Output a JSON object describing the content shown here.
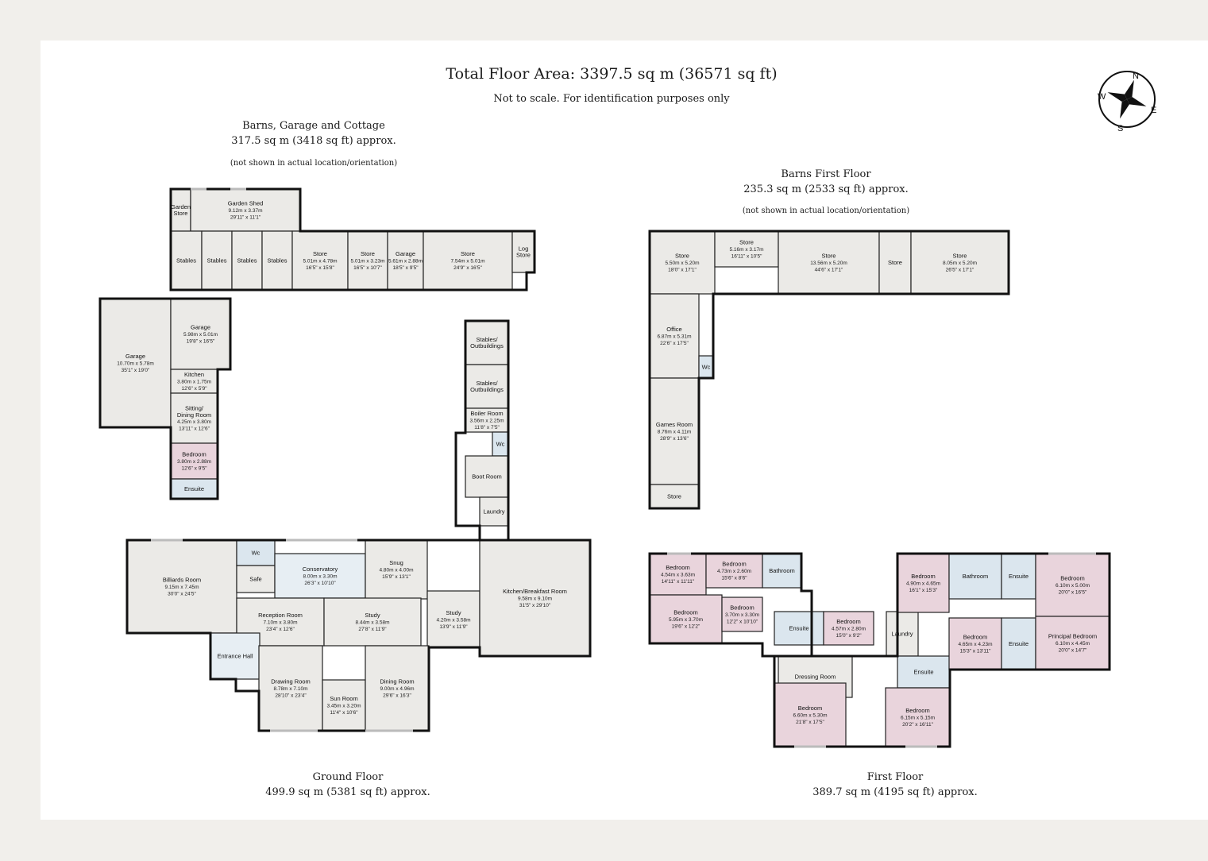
{
  "header": {
    "total_area": "Total Floor Area: 3397.5 sq m (36571 sq ft)",
    "disclaimer": "Not to scale. For identification purposes only"
  },
  "compass": {
    "n": "N",
    "e": "E",
    "s": "S",
    "w": "W"
  },
  "colors": {
    "bedroom": "#e9d4dc",
    "room": "#ebeae7",
    "hall": "#e7eef3",
    "wet": "#dbe6ee",
    "wall": "#111111"
  },
  "floors": {
    "barns": {
      "title": "Barns, Garage and Cottage",
      "area": "317.5 sq m (3418 sq ft) approx.",
      "note": "(not shown in actual location/orientation)"
    },
    "barns_first": {
      "title": "Barns First Floor",
      "area": "235.3 sq m (2533 sq ft) approx.",
      "note": "(not shown in actual location/orientation)"
    },
    "ground": {
      "title": "Ground Floor",
      "area": "499.9 sq m (5381 sq ft) approx."
    },
    "first": {
      "title": "First Floor",
      "area": "389.7 sq m (4195 sq ft) approx."
    }
  },
  "rooms": [
    {
      "id": "garden-store",
      "name": "Garden\nStore",
      "dims": [],
      "type": "room"
    },
    {
      "id": "garden-shed",
      "name": "Garden Shed",
      "dims": [
        "9.12m x 3.37m",
        "29'11\" x 11'1\""
      ],
      "type": "room"
    },
    {
      "id": "stables-1",
      "name": "Stables",
      "dims": [],
      "type": "room"
    },
    {
      "id": "stables-2",
      "name": "Stables",
      "dims": [],
      "type": "room"
    },
    {
      "id": "stables-3",
      "name": "Stables",
      "dims": [],
      "type": "room"
    },
    {
      "id": "stables-4",
      "name": "Stables",
      "dims": [],
      "type": "room"
    },
    {
      "id": "store-b1",
      "name": "Store",
      "dims": [
        "5.01m x 4.78m",
        "16'5\" x 15'8\""
      ],
      "type": "room"
    },
    {
      "id": "store-b2",
      "name": "Store",
      "dims": [
        "5.01m x 3.23m",
        "16'5\" x 10'7\""
      ],
      "type": "room"
    },
    {
      "id": "garage-small",
      "name": "Garage",
      "dims": [
        "5.61m x 2.88m",
        "18'5\" x 9'5\""
      ],
      "type": "room"
    },
    {
      "id": "store-b3",
      "name": "Store",
      "dims": [
        "7.54m x 5.01m",
        "24'9\" x 16'5\""
      ],
      "type": "room"
    },
    {
      "id": "log-store",
      "name": "Log\nStore",
      "dims": [],
      "type": "room"
    },
    {
      "id": "garage-large",
      "name": "Garage",
      "dims": [
        "10.70m x 5.78m",
        "35'1\" x 19'0\""
      ],
      "type": "room"
    },
    {
      "id": "garage-mid",
      "name": "Garage",
      "dims": [
        "5.98m x 5.01m",
        "19'8\" x 16'5\""
      ],
      "type": "room"
    },
    {
      "id": "cottage-kitchen",
      "name": "Kitchen",
      "dims": [
        "3.80m x 1.75m",
        "12'6\" x 5'9\""
      ],
      "type": "room"
    },
    {
      "id": "cottage-sitting",
      "name": "Sitting/\nDining Room",
      "dims": [
        "4.25m x 3.80m",
        "13'11\" x 12'6\""
      ],
      "type": "room"
    },
    {
      "id": "cottage-bedroom",
      "name": "Bedroom",
      "dims": [
        "3.80m x 2.88m",
        "12'6\" x 9'5\""
      ],
      "type": "bedroom"
    },
    {
      "id": "cottage-ensuite",
      "name": "Ensuite",
      "dims": [],
      "type": "wet"
    },
    {
      "id": "stables-out-1",
      "name": "Stables/\nOutbuildings",
      "dims": [],
      "type": "room"
    },
    {
      "id": "stables-out-2",
      "name": "Stables/\nOutbuildings",
      "dims": [],
      "type": "room"
    },
    {
      "id": "boiler-room",
      "name": "Boiler Room",
      "dims": [
        "3.56m x 2.25m",
        "11'8\" x 7'5\""
      ],
      "type": "room"
    },
    {
      "id": "wc-boot",
      "name": "Wc",
      "dims": [],
      "type": "wet"
    },
    {
      "id": "boot-room",
      "name": "Boot Room",
      "dims": [],
      "type": "room"
    },
    {
      "id": "laundry-g",
      "name": "Laundry",
      "dims": [],
      "type": "room"
    },
    {
      "id": "bf-store-1",
      "name": "Store",
      "dims": [
        "5.50m x 5.20m",
        "18'0\" x 17'1\""
      ],
      "type": "room"
    },
    {
      "id": "bf-store-2",
      "name": "Store",
      "dims": [
        "5.16m x 3.17m",
        "16'11\" x 10'5\""
      ],
      "type": "room"
    },
    {
      "id": "bf-store-3",
      "name": "Store",
      "dims": [
        "13.56m x 5.20m",
        "44'6\" x 17'1\""
      ],
      "type": "room"
    },
    {
      "id": "bf-store-4",
      "name": "Store",
      "dims": [],
      "type": "room"
    },
    {
      "id": "bf-store-5",
      "name": "Store",
      "dims": [
        "8.05m x 5.20m",
        "26'5\" x 17'1\""
      ],
      "type": "room"
    },
    {
      "id": "bf-office",
      "name": "Office",
      "dims": [
        "6.87m x 5.31m",
        "22'6\" x 17'5\""
      ],
      "type": "room"
    },
    {
      "id": "bf-wc",
      "name": "Wc",
      "dims": [],
      "type": "wet"
    },
    {
      "id": "bf-games",
      "name": "Games Room",
      "dims": [
        "8.76m x 4.11m",
        "28'9\" x 13'6\""
      ],
      "type": "room"
    },
    {
      "id": "bf-store-6",
      "name": "Store",
      "dims": [],
      "type": "room"
    },
    {
      "id": "billiards",
      "name": "Billiards Room",
      "dims": [
        "9.15m x 7.45m",
        "30'0\" x 24'5\""
      ],
      "type": "room"
    },
    {
      "id": "wc-g",
      "name": "Wc",
      "dims": [],
      "type": "wet"
    },
    {
      "id": "safe",
      "name": "Safe",
      "dims": [],
      "type": "room"
    },
    {
      "id": "conservatory",
      "name": "Conservatory",
      "dims": [
        "8.00m x 3.30m",
        "26'3\" x 10'10\""
      ],
      "type": "hall"
    },
    {
      "id": "snug",
      "name": "Snug",
      "dims": [
        "4.80m x 4.00m",
        "15'9\" x 13'1\""
      ],
      "type": "room"
    },
    {
      "id": "reception",
      "name": "Reception Room",
      "dims": [
        "7.10m x 3.80m",
        "23'4\" x 12'6\""
      ],
      "type": "room"
    },
    {
      "id": "study-1",
      "name": "Study",
      "dims": [
        "8.44m x 3.58m",
        "27'8\" x 11'9\""
      ],
      "type": "room"
    },
    {
      "id": "study-2",
      "name": "Study",
      "dims": [
        "4.20m x 3.58m",
        "13'9\" x 11'9\""
      ],
      "type": "room"
    },
    {
      "id": "kitchen-breakfast",
      "name": "Kitchen/Breakfast Room",
      "dims": [
        "9.58m x 9.10m",
        "31'5\" x 29'10\""
      ],
      "type": "room"
    },
    {
      "id": "entrance-hall",
      "name": "Entrance Hall",
      "dims": [],
      "type": "hall"
    },
    {
      "id": "drawing-room",
      "name": "Drawing Room",
      "dims": [
        "8.78m x 7.10m",
        "28'10\" x 23'4\""
      ],
      "type": "room"
    },
    {
      "id": "sun-room",
      "name": "Sun Room",
      "dims": [
        "3.45m x 3.20m",
        "11'4\" x 10'6\""
      ],
      "type": "room"
    },
    {
      "id": "dining-room",
      "name": "Dining Room",
      "dims": [
        "9.00m x 4.96m",
        "29'6\" x 16'3\""
      ],
      "type": "room"
    },
    {
      "id": "ff-bed-1",
      "name": "Bedroom",
      "dims": [
        "4.54m x 3.63m",
        "14'11\" x 11'11\""
      ],
      "type": "bedroom"
    },
    {
      "id": "ff-bed-2",
      "name": "Bedroom",
      "dims": [
        "4.73m x 2.60m",
        "15'6\" x 8'6\""
      ],
      "type": "bedroom"
    },
    {
      "id": "ff-bath-1",
      "name": "Bathroom",
      "dims": [],
      "type": "wet"
    },
    {
      "id": "ff-bed-3",
      "name": "Bedroom",
      "dims": [
        "5.95m x 3.70m",
        "19'6\" x 12'2\""
      ],
      "type": "bedroom"
    },
    {
      "id": "ff-bed-4",
      "name": "Bedroom",
      "dims": [
        "3.70m x 3.30m",
        "12'2\" x 10'10\""
      ],
      "type": "bedroom"
    },
    {
      "id": "ff-ensuite-1",
      "name": "Ensuite",
      "dims": [],
      "type": "wet"
    },
    {
      "id": "ff-bed-5",
      "name": "Bedroom",
      "dims": [
        "4.57m x 2.80m",
        "15'0\" x 9'2\""
      ],
      "type": "bedroom"
    },
    {
      "id": "ff-laundry",
      "name": "Laundry",
      "dims": [],
      "type": "room"
    },
    {
      "id": "ff-dressing",
      "name": "Dressing Room",
      "dims": [],
      "type": "room"
    },
    {
      "id": "ff-ensuite-2",
      "name": "Ensuite",
      "dims": [],
      "type": "wet"
    },
    {
      "id": "ff-bed-6",
      "name": "Bedroom",
      "dims": [
        "6.60m x 5.30m",
        "21'8\" x 17'5\""
      ],
      "type": "bedroom"
    },
    {
      "id": "ff-bed-7",
      "name": "Bedroom",
      "dims": [
        "6.15m x 5.15m",
        "20'2\" x 16'11\""
      ],
      "type": "bedroom"
    },
    {
      "id": "ff-bed-8",
      "name": "Bedroom",
      "dims": [
        "4.90m x 4.65m",
        "16'1\" x 15'3\""
      ],
      "type": "bedroom"
    },
    {
      "id": "ff-bath-2",
      "name": "Bathroom",
      "dims": [],
      "type": "wet"
    },
    {
      "id": "ff-ensuite-3",
      "name": "Ensuite",
      "dims": [],
      "type": "wet"
    },
    {
      "id": "ff-bed-9",
      "name": "Bedroom",
      "dims": [
        "6.10m x 5.00m",
        "20'0\" x 16'5\""
      ],
      "type": "bedroom"
    },
    {
      "id": "ff-bed-10",
      "name": "Bedroom",
      "dims": [
        "4.65m x 4.23m",
        "15'3\" x 13'11\""
      ],
      "type": "bedroom"
    },
    {
      "id": "ff-ensuite-4",
      "name": "Ensuite",
      "dims": [],
      "type": "wet"
    },
    {
      "id": "ff-principal",
      "name": "Principal Bedroom",
      "dims": [
        "6.10m x 4.45m",
        "20'0\" x 14'7\""
      ],
      "type": "bedroom"
    }
  ]
}
